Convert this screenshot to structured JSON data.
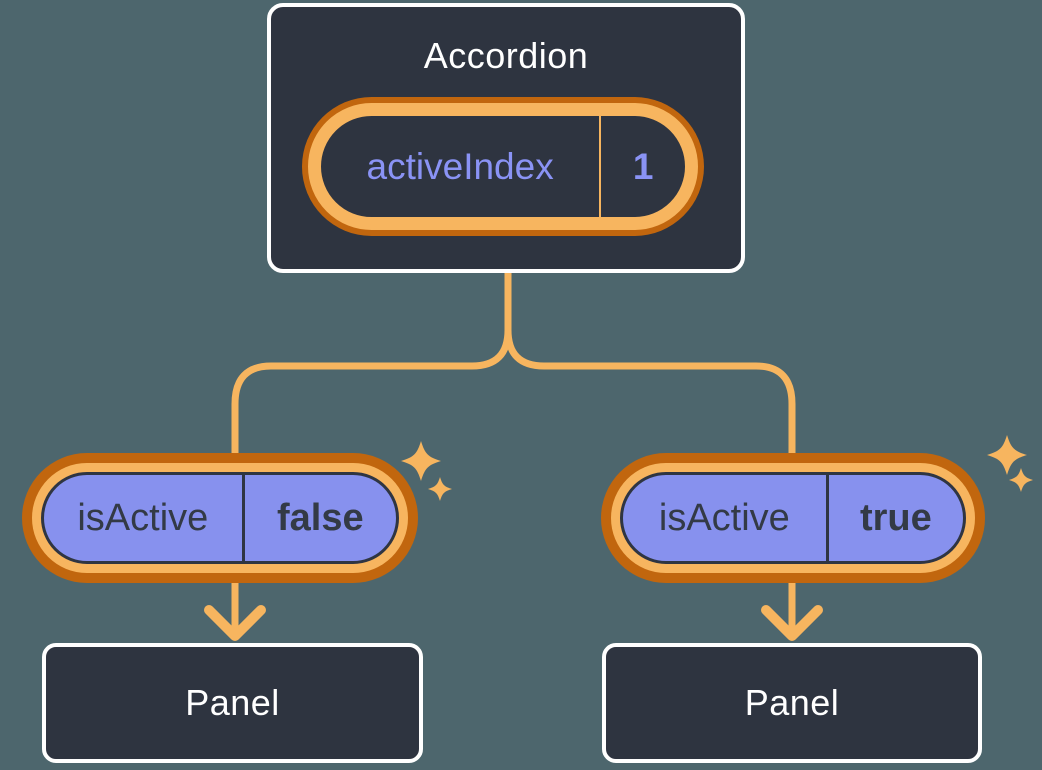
{
  "diagram": {
    "root": {
      "title": "Accordion",
      "state_pill": {
        "label": "activeIndex",
        "value": "1"
      }
    },
    "branches": [
      {
        "prop_pill": {
          "label": "isActive",
          "value": "false"
        },
        "panel": {
          "title": "Panel"
        }
      },
      {
        "prop_pill": {
          "label": "isActive",
          "value": "true"
        },
        "panel": {
          "title": "Panel"
        }
      }
    ]
  },
  "colors": {
    "background": "#4d666d",
    "box_fill": "#2e3440",
    "box_border": "#ffffff",
    "amber": "#f7b55f",
    "orange": "#c1660e",
    "purple_fill": "#8791ee",
    "purple_text": "#8a93f5",
    "dark_text": "#333a46",
    "slate_line": "#2f3542",
    "white_text": "#ffffff"
  }
}
